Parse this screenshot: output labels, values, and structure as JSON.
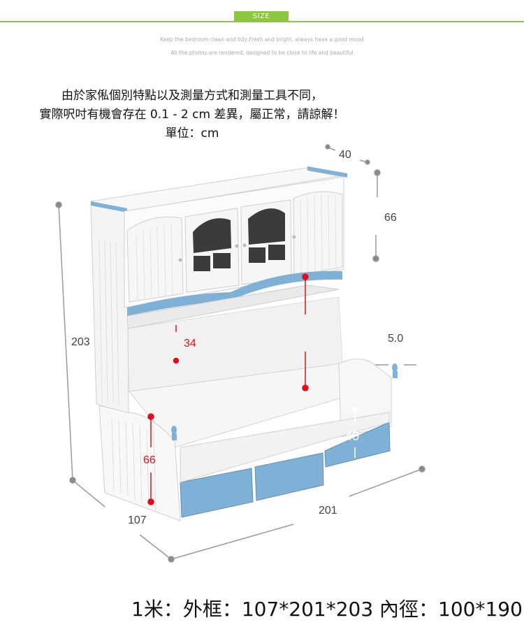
{
  "header": {
    "tag": "SIZE",
    "line1": "Keep the bedroom clean and tidy,Fresh and bright, always have a good mood",
    "line2": "All the photos are rendered, designed to be close to life and beautiful"
  },
  "note": {
    "line1": "由於家俬個別特點以及測量方式和測量工具不同，",
    "line2": "實際呎吋有機會存在 0.1 - 2 cm 差異，屬正常，請諒解！",
    "line3": "單位：cm"
  },
  "dimensions": {
    "top_depth": "40",
    "cabinet_height": "66",
    "total_height": "203",
    "shelf_gap": "34",
    "post_width": "5.0",
    "side_height": "66",
    "drawer_depth": "40",
    "width": "107",
    "length": "201"
  },
  "footer": {
    "text": "1米：外框：107*201*203 內徑：100*190"
  },
  "colors": {
    "accent_green": "#8dc63f",
    "furniture_blue": "#7fb0d6",
    "dimension_red": "#e0101a"
  }
}
